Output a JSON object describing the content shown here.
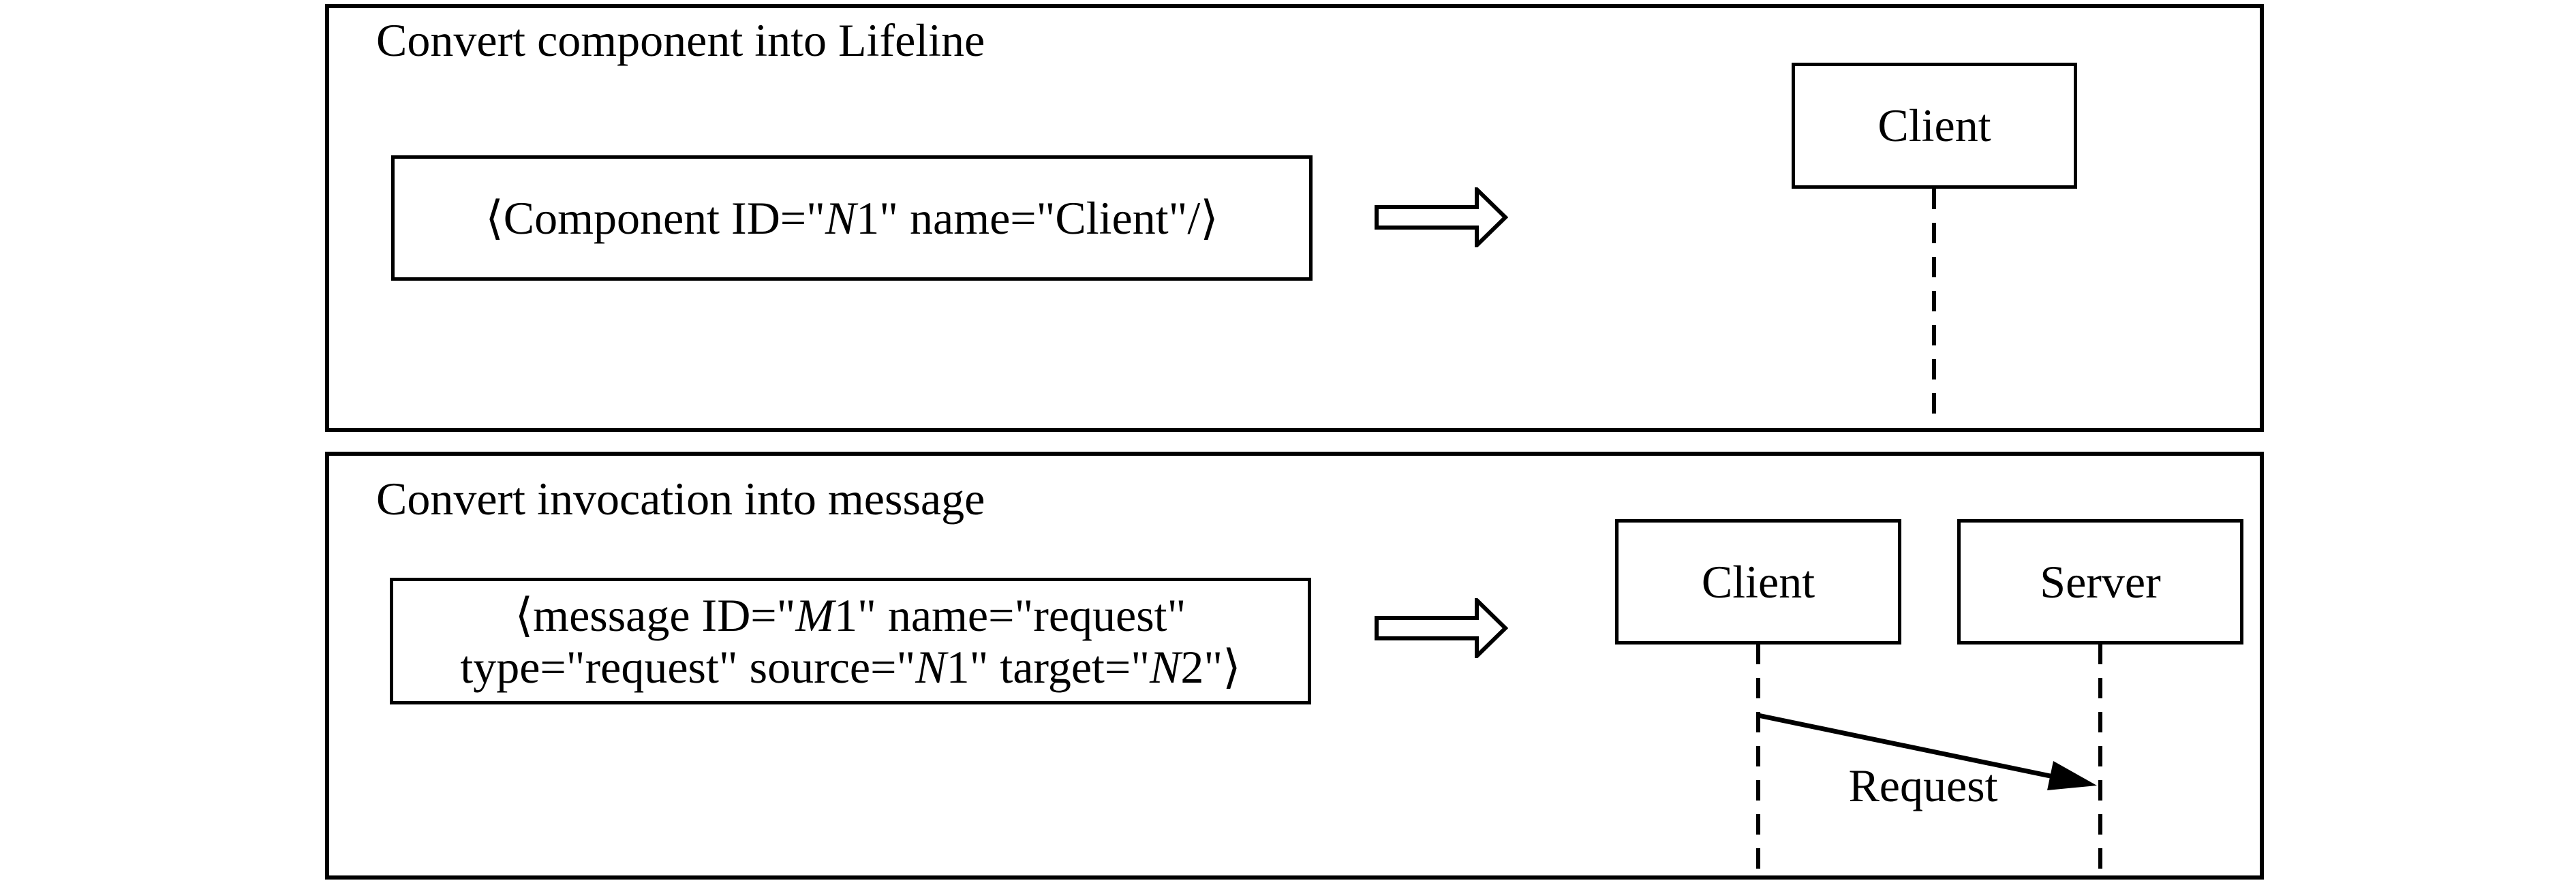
{
  "figure": {
    "colors": {
      "ink": "#000000",
      "paper": "#ffffff"
    },
    "panels": [
      {
        "title": "Convert component into Lifeline",
        "code": {
          "lines": [
            [
              {
                "t": "⟨Component ID=\""
              },
              {
                "t": "N",
                "italic": true
              },
              {
                "t": "1\" name=\"Client\"/⟩"
              }
            ]
          ]
        },
        "result": {
          "lifelines": [
            {
              "label": "Client"
            }
          ]
        }
      },
      {
        "title": "Convert invocation into message",
        "code": {
          "lines": [
            [
              {
                "t": "⟨message ID=\""
              },
              {
                "t": "M",
                "italic": true
              },
              {
                "t": "1\" name=\"request\""
              }
            ],
            [
              {
                "t": "type=\"request\" source=\""
              },
              {
                "t": "N",
                "italic": true
              },
              {
                "t": "1\" target=\""
              },
              {
                "t": "N",
                "italic": true
              },
              {
                "t": "2\"⟩"
              }
            ]
          ]
        },
        "result": {
          "lifelines": [
            {
              "label": "Client"
            },
            {
              "label": "Server"
            }
          ],
          "message_label": "Request"
        }
      }
    ]
  }
}
